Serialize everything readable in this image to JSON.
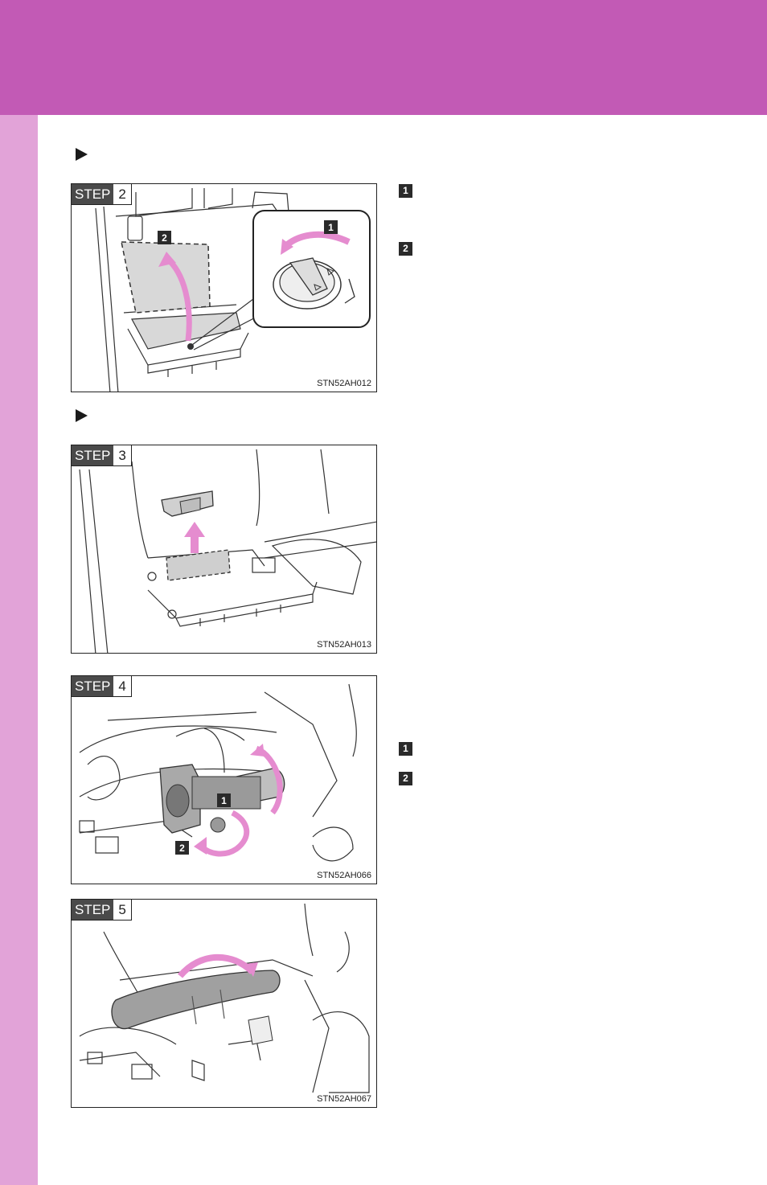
{
  "colors": {
    "header": "#c25ab5",
    "sidebar": "#e2a3d8",
    "arrow": "#e58ccf",
    "badge": "#2a2a2a"
  },
  "markers": [
    "triangle-pointer-icon",
    "triangle-pointer-icon"
  ],
  "figures": [
    {
      "step_word": "STEP",
      "step_num": "2",
      "code": "STN52AH012",
      "callouts": [
        "1",
        "2"
      ]
    },
    {
      "step_word": "STEP",
      "step_num": "3",
      "code": "STN52AH013",
      "callouts": []
    },
    {
      "step_word": "STEP",
      "step_num": "4",
      "code": "STN52AH066",
      "callouts": [
        "1",
        "2"
      ]
    },
    {
      "step_word": "STEP",
      "step_num": "5",
      "code": "STN52AH067",
      "callouts": []
    }
  ],
  "side_callouts": {
    "step2": [
      "1",
      "2"
    ],
    "step4": [
      "1",
      "2"
    ]
  }
}
